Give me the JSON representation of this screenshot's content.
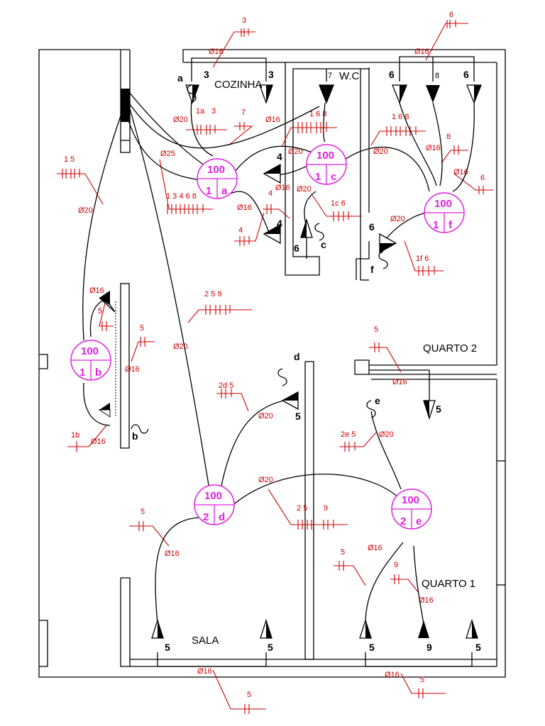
{
  "rooms": {
    "cozinha": "COZINHA",
    "wc": "W.C",
    "quarto2": "QUARTO 2",
    "quarto1": "QUARTO 1",
    "sala": "SALA"
  },
  "lamps": [
    {
      "id": "a",
      "power": "100",
      "circuit": "1",
      "switch": "a"
    },
    {
      "id": "b",
      "power": "100",
      "circuit": "1",
      "switch": "b"
    },
    {
      "id": "c",
      "power": "100",
      "circuit": "1",
      "switch": "c"
    },
    {
      "id": "f",
      "power": "100",
      "circuit": "1",
      "switch": "f"
    },
    {
      "id": "d",
      "power": "100",
      "circuit": "2",
      "switch": "d"
    },
    {
      "id": "e",
      "power": "100",
      "circuit": "2",
      "switch": "e"
    }
  ],
  "outlets": {
    "cozinha_left": "3",
    "cozinha_right": "3",
    "wc": "7",
    "q2_left": "6",
    "q2_mid": "8",
    "q2_right": "6",
    "kitchen_4a": "4",
    "kitchen_4b": "4",
    "wc_6": "6",
    "q2_f_6": "6",
    "sala_left": "5",
    "sala_right": "5",
    "sala_wall_5": "5",
    "q2_door_5": "5",
    "q1_left": "5",
    "q1_mid": "9",
    "q1_right": "5",
    "lamp_b_outlet": ""
  },
  "switch_labels": {
    "a": "a",
    "b": "b",
    "c": "c",
    "d": "d",
    "e": "e",
    "f": "f"
  },
  "conduit_labels": {
    "top_cozinha_d": "Ø16",
    "top_cozinha_n": "3",
    "top_q2_d": "Ø16",
    "top_q2_n": "6",
    "a_d": "Ø20",
    "a_n1": "1a",
    "a_n2": "3",
    "c16_n": "7",
    "c16_d": "Ø16",
    "wc_n": "1 6 8",
    "wc_d": "Ø20",
    "q2_n": "1 6 8",
    "q2_d": "Ø20",
    "q2_8_n": "8",
    "q2_8_d": "Ø16",
    "q2_6_d": "Ø16",
    "q2_6_n": "6",
    "left15_n": "1 5",
    "left15_d": "Ø20",
    "d25": "Ø25",
    "bus_n": "1 3 4 6 8",
    "k4_d": "Ø16",
    "k4_n": "4",
    "k4b_n": "4",
    "k4b_d": "Ø16",
    "c20_d": "Ø20",
    "c1c_n": "1c 6",
    "f20_d": "Ø20",
    "f_n": "1f  6",
    "b16_d": "Ø16",
    "b5_n": "5",
    "b5b_n": "5",
    "b16b_d": "Ø16",
    "b_1b_n": "1b",
    "b_1b_d": "Ø16",
    "mid_n": "2  5  9",
    "mid_d": "Ø20",
    "q2door_n": "5",
    "q2door_d": "Ø16",
    "d_n": "2d 5",
    "d_d": "Ø20",
    "e_n": "2e 5",
    "e_d": "Ø20",
    "de_d": "Ø20",
    "de_n1": "2  5",
    "de_n2": "9",
    "sala5_n": "5",
    "sala16_d": "Ø16",
    "q1_5_n": "5",
    "q1_16_d": "Ø16",
    "q1_9_n": "9",
    "q1_9_d": "Ø16",
    "bot_sala_d": "Ø16",
    "bot_sala_n": "5",
    "bot_q1_d": "Ø16",
    "bot_q1_n": "5"
  },
  "colors": {
    "wall": "#000000",
    "conduit": "#d00000",
    "lamp": "#e020e0"
  }
}
